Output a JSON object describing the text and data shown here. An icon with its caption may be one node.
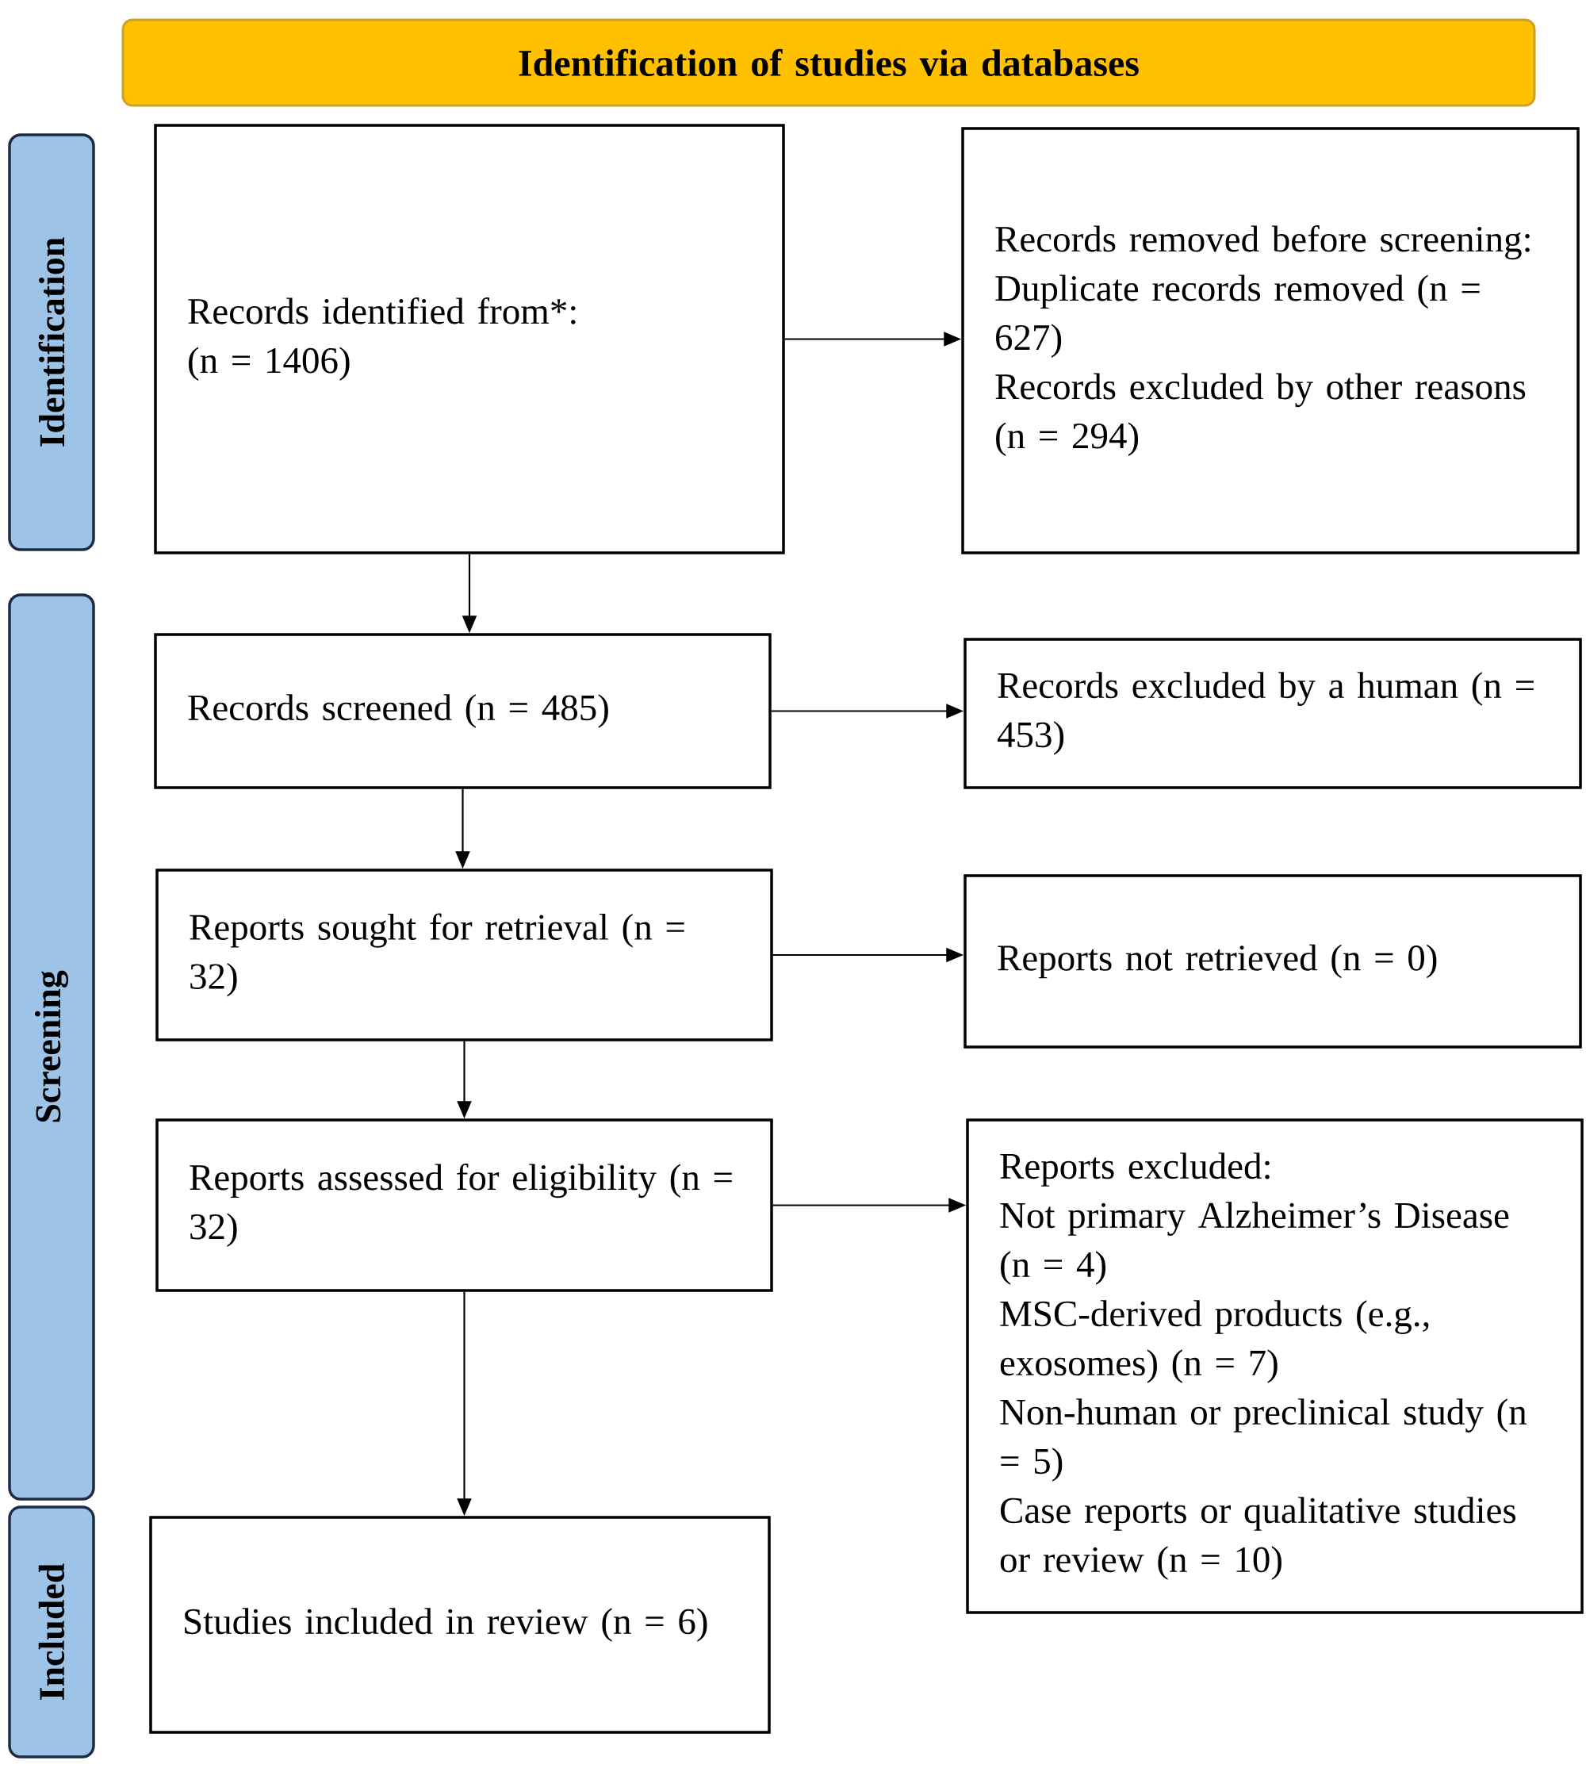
{
  "diagram": {
    "nodes": [
      {
        "text": [
          "Identification of studies via databases"
        ]
      },
      {
        "text": [
          "Identification"
        ]
      },
      {
        "text": [
          "Records identified from*:",
          "(n = 1406)"
        ]
      },
      {
        "text": [
          "Records removed before screening:",
          "Duplicate records removed (n = 627)",
          "Records excluded by other reasons (n = 294)"
        ]
      },
      {
        "text": [
          "Screening"
        ]
      },
      {
        "text": [
          "Records screened (n = 485)"
        ]
      },
      {
        "text": [
          "Records excluded by a human (n = 453)"
        ]
      },
      {
        "text": [
          "Reports sought for retrieval (n = 32)"
        ]
      },
      {
        "text": [
          "Reports not retrieved (n = 0)"
        ]
      },
      {
        "text": [
          "Reports assessed for eligibility (n = 32)"
        ]
      },
      {
        "text": [
          "Reports excluded:",
          "Not primary Alzheimer’s Disease (n = 4)",
          "MSC-derived products (e.g., exosomes) (n = 7)",
          "Non-human or preclinical study (n = 5)",
          "Case reports or qualitative studies or review (n = 10)"
        ]
      },
      {
        "text": [
          "Included"
        ]
      },
      {
        "text": [
          "Studies included in review (n = 6)"
        ]
      }
    ],
    "edges": [
      {
        "from": 2,
        "to": 3,
        "arrow": "to"
      },
      {
        "from": 2,
        "to": 5,
        "arrow": "to"
      },
      {
        "from": 5,
        "to": 6,
        "arrow": "to"
      },
      {
        "from": 5,
        "to": 7,
        "arrow": "to"
      },
      {
        "from": 7,
        "to": 8,
        "arrow": "to"
      },
      {
        "from": 7,
        "to": 9,
        "arrow": "to"
      },
      {
        "from": 9,
        "to": 10,
        "arrow": "to"
      },
      {
        "from": 9,
        "to": 12,
        "arrow": "to"
      }
    ]
  }
}
